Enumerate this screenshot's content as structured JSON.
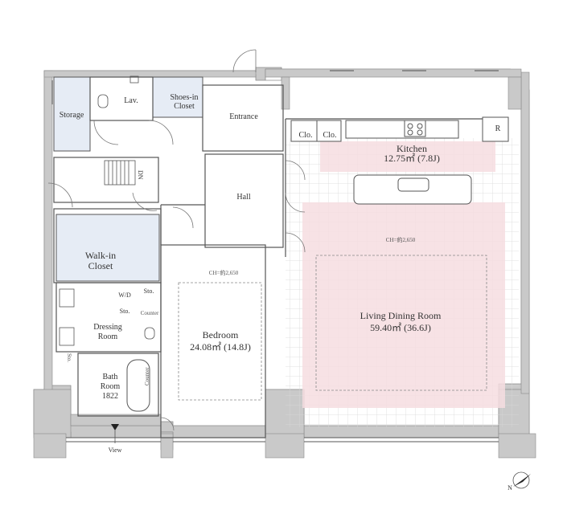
{
  "colors": {
    "wall": "#c9c9c9",
    "wall_stroke": "#8a8a8a",
    "blue_fill": "#e6ecf5",
    "pink_fill": "#f6dde0",
    "grid_line": "#d9d9d9",
    "line": "#555555"
  },
  "rooms": {
    "storage": "Storage",
    "lav": "Lav.",
    "shoes_closet_1": "Shoes-in",
    "shoes_closet_2": "Closet",
    "entrance": "Entrance",
    "hall": "Hall",
    "dn": "DN",
    "walkin_1": "Walk-in",
    "walkin_2": "Closet",
    "sto_1": "Sto.",
    "wd": "W/D",
    "sto_2": "Sto.",
    "counter_1": "Counter",
    "dressing_1": "Dressing",
    "dressing_2": "Room",
    "sto_3": "Sto.",
    "bath_1": "Bath",
    "bath_2": "Room",
    "bath_3": "1822",
    "counter_2": "Counter",
    "bedroom_name": "Bedroom",
    "bedroom_area": "24.08㎡ (14.8J)",
    "bedroom_ch": "CH=約2,650",
    "clo_1": "Clo.",
    "clo_2": "Clo.",
    "kitchen_name": "Kitchen",
    "kitchen_area": "12.75㎡ (7.8J)",
    "fridge": "R",
    "living_ch": "CH=約2,650",
    "living_name": "Living Dining Room",
    "living_area": "59.40㎡ (36.6J)"
  },
  "view_label": "View",
  "compass_label": "N"
}
